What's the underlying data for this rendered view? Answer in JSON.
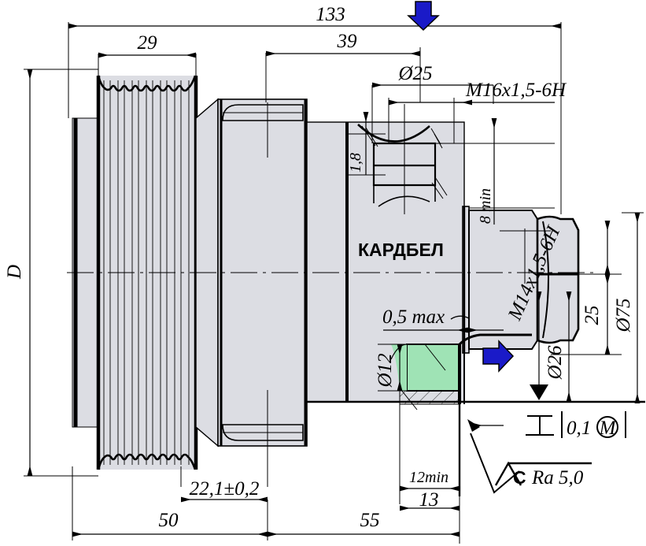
{
  "drawing": {
    "title": "Shaft / pulley assembly sectional technical drawing",
    "brand_label": "КАРДБЕЛ",
    "colors": {
      "line": "#000000",
      "metal_fill": "#dcdde3",
      "highlight_fill": "#9fe3b5",
      "arrow_blue": "#1a1ac8",
      "background": "#ffffff"
    }
  },
  "dimensions": {
    "overall_length": "133",
    "pulley_width": "29",
    "step_39": "39",
    "bore_25": "Ø25",
    "thread_m16": "M16x1,5-6H",
    "chamfer_1_8": "1,8",
    "depth_8min": "8 min",
    "thread_m14": "M14x1,5-6H",
    "dim_25": "25",
    "dia_75": "Ø75",
    "dia_26": "Ø26",
    "dia_12": "Ø12",
    "chamfer_05max": "0,5 max",
    "dia_D": "D",
    "tol_22_1": "22,1±0,2",
    "len_50": "50",
    "len_55": "55",
    "len_13": "13",
    "len_12min": "12min"
  },
  "annotations": {
    "perpendicularity_value": "0,1",
    "material_condition": "M",
    "surface_datum": "C",
    "surface_roughness": "Ra 5,0"
  }
}
